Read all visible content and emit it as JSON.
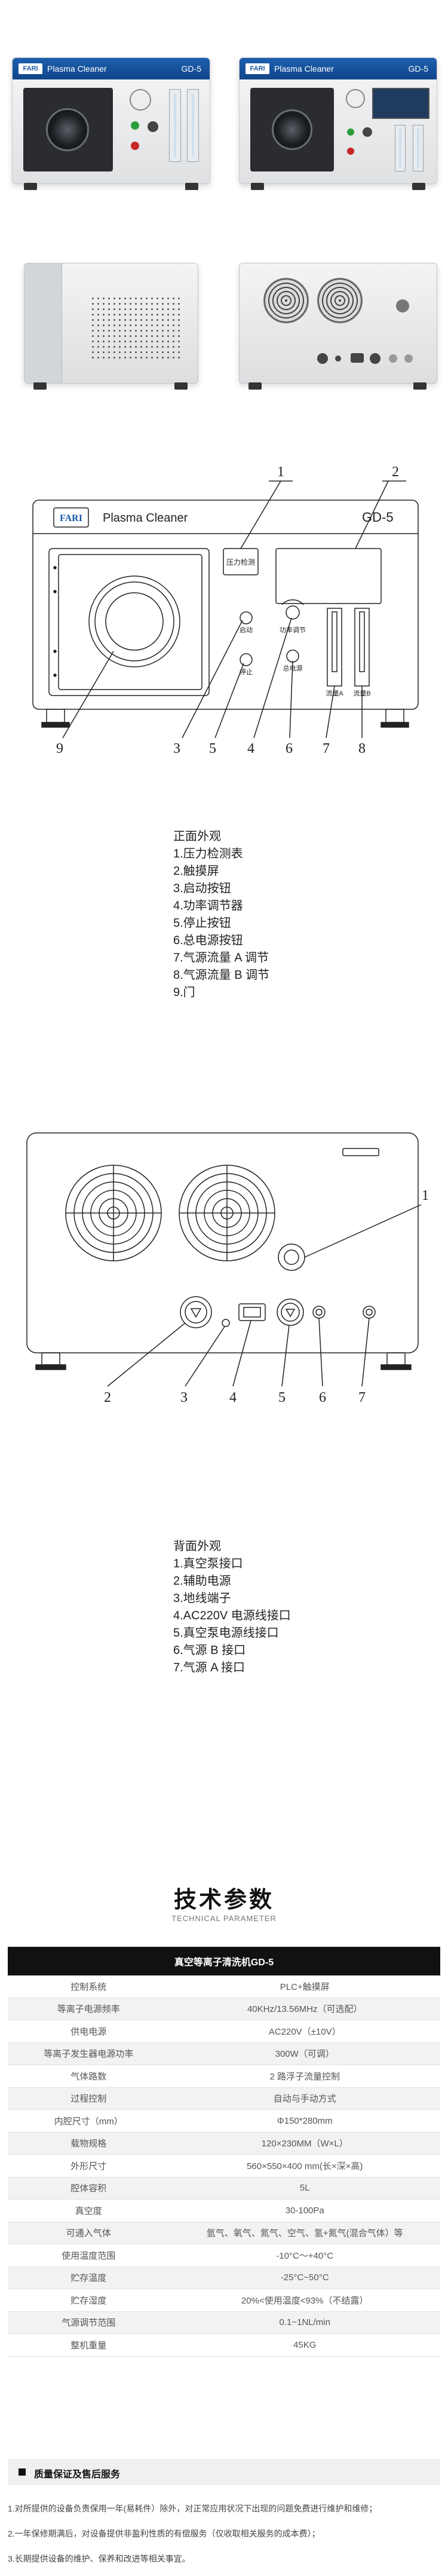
{
  "photos": {
    "brand": "Plasma Cleaner",
    "model_left": "GD-5",
    "model_right": "GD-5",
    "logo": "FARI"
  },
  "front_drawing": {
    "brand": "Plasma Cleaner",
    "model": "GD-5",
    "logo": "FARI",
    "panel_labels": {
      "pressure": "压力检测",
      "start": "启动",
      "power_adj": "功率调节",
      "stop": "停止",
      "main_power": "总电源",
      "flow_a": "流量A",
      "flow_b": "流量B"
    },
    "callouts": [
      "1",
      "2",
      "3",
      "5",
      "4",
      "6",
      "7",
      "8",
      "9"
    ]
  },
  "front_list": {
    "title": "正面外观",
    "items": [
      "1.压力检测表",
      "2.触摸屏",
      "3.启动按钮",
      "4.功率调节器",
      "5.停止按钮",
      "6.总电源按钮",
      "7.气源流量 A 调节",
      "8.气源流量 B 调节",
      "9.门"
    ]
  },
  "back_drawing": {
    "callouts": [
      "1",
      "2",
      "3",
      "4",
      "5",
      "6",
      "7"
    ]
  },
  "back_list": {
    "title": "背面外观",
    "items": [
      "1.真空泵接口",
      "2.辅助电源",
      "3.地线端子",
      "4.AC220V 电源线接口",
      "5.真空泵电源线接口",
      "6.气源 B 接口",
      "7.气源 A 接口"
    ]
  },
  "params": {
    "title_cn": "技术参数",
    "title_en": "TECHNICAL PARAMETER",
    "table_title": "真空等离子清洗机GD-5",
    "rows": [
      [
        "控制系统",
        "PLC+触摸屏"
      ],
      [
        "等离子电源频率",
        "40KHz/13.56MHz（可选配）"
      ],
      [
        "供电电源",
        "AC220V（±10V）"
      ],
      [
        "等离子发生器电源功率",
        "300W（可调）"
      ],
      [
        "气体路数",
        "2 路浮子流量控制"
      ],
      [
        "过程控制",
        "自动与手动方式"
      ],
      [
        "内腔尺寸（mm）",
        "Φ150*280mm"
      ],
      [
        "载物规格",
        "120×230MM（W×L）"
      ],
      [
        "外形尺寸",
        "560×550×400 mm(长×深×高)"
      ],
      [
        "腔体容积",
        "5L"
      ],
      [
        "真空度",
        "30-100Pa"
      ],
      [
        "可通入气体",
        "氩气、氧气、氮气、空气、氢+氮气(混合气体）等"
      ],
      [
        "使用温度范围",
        "-10°C～+40°C"
      ],
      [
        "贮存温度",
        "-25°C~50°C"
      ],
      [
        "贮存湿度",
        "20%<使用温度<93%（不结露）"
      ],
      [
        "气源调节范围",
        "0.1~1NL/min"
      ],
      [
        "整机重量",
        "45KG"
      ]
    ]
  },
  "qa": {
    "title": "质量保证及售后服务",
    "lines": [
      "1.对所提供的设备负责保用一年(易耗件）除外，对正常应用状况下出现的问题免费进行维护和维修；",
      "2.一年保修期满后，对设备提供非盈利性质的有偿服务（仅收取相关服务的成本费）；",
      "3.长期提供设备的维护、保养和改进等相关事宜。"
    ]
  }
}
